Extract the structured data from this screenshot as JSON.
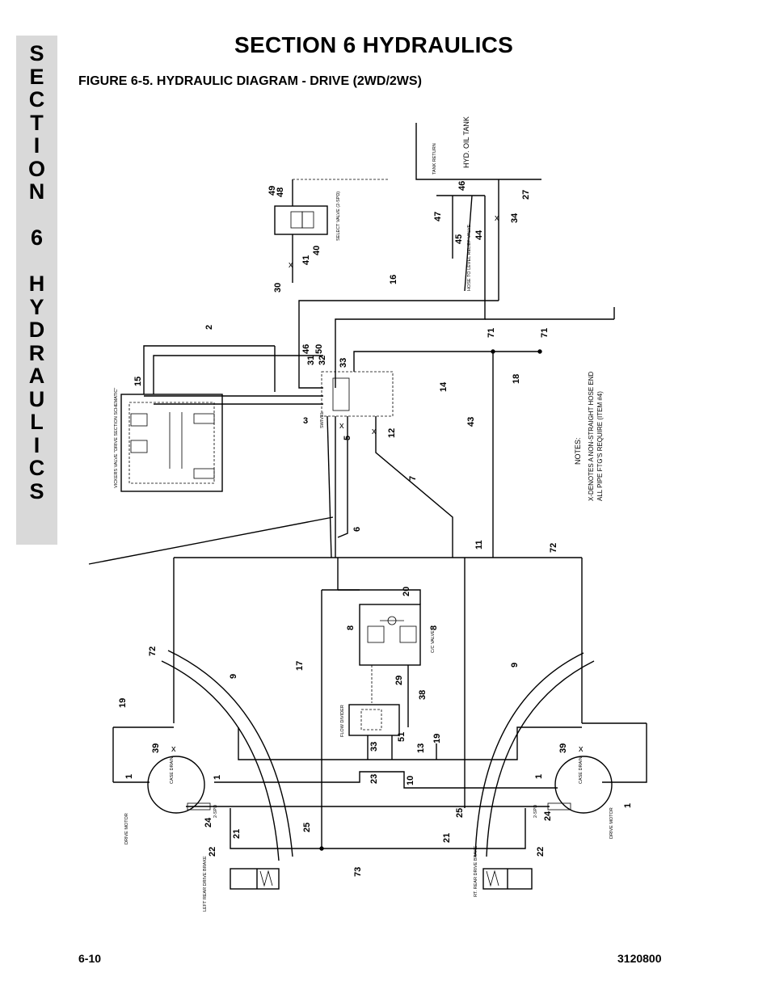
{
  "side_tab": {
    "letters": [
      "S",
      "E",
      "C",
      "T",
      "I",
      "O",
      "N",
      "",
      "6",
      "",
      "H",
      "Y",
      "D",
      "R",
      "A",
      "U",
      "L",
      "I",
      "C",
      "S"
    ]
  },
  "header": {
    "section_title": "SECTION 6  HYDRAULICS",
    "figure_title": "FIGURE 6-5.    HYDRAULIC DIAGRAM - DRIVE (2WD/2WS)"
  },
  "footer": {
    "page_number": "6-10",
    "document_number": "3120800"
  },
  "diagram": {
    "component_labels": {
      "tank_return": "TANK RETURN",
      "hyd_oil_tank": "HYD. OIL TANK",
      "select_valve": "SELECT VALVE (2-SPD)",
      "vickers_valve": "VICKERS VALVE \"DRIVE SECTION SCHEMATIC\"",
      "swivel": "SWIVEL",
      "cc_valve": "C/C VALVE",
      "flow_divider": "FLOW DIVIDER",
      "drive_motor_left": "DRIVE MOTOR",
      "drive_motor_right": "DRIVE MOTOR",
      "case_drain": "CASE DRAIN",
      "two_spd": "2-SPD",
      "left_rear_brake": "LEFT REAR DRIVE BRAKE",
      "rt_rear_brake": "RT. REAR DRIVE BRAKE",
      "level_relief": "HOSE TO LEVEL RELIEF VALVE"
    },
    "notes": {
      "heading": "NOTES:",
      "line1": "X-DENOTES A NON-STRAIGHT HOSE END",
      "line2": "ALL PIPE FTG'S REQUIRE (ITEM #4)"
    },
    "callouts": {
      "c49": "49",
      "c48": "48",
      "c46a": "46",
      "c47": "47",
      "c27": "27",
      "c34": "34",
      "c45": "45",
      "c44": "44",
      "c41": "41",
      "c40": "40",
      "c30": "30",
      "c16": "16",
      "c2": "2",
      "c15": "15",
      "c46b": "46",
      "c50": "50",
      "c31": "31",
      "c32": "32",
      "c33a": "33",
      "c71a": "71",
      "c71b": "71",
      "c14": "14",
      "c18": "18",
      "c3": "3",
      "c5": "5",
      "c12": "12",
      "c43": "43",
      "c7": "7",
      "c6": "6",
      "c11": "11",
      "c72a": "72",
      "c20": "20",
      "c8a": "8",
      "c8b": "8",
      "c72b": "72",
      "c17": "17",
      "c9a": "9",
      "c9b": "9",
      "c29": "29",
      "c38": "38",
      "c19a": "19",
      "c19b": "19",
      "c39a": "39",
      "c39b": "39",
      "c33b": "33",
      "c51": "51",
      "c13": "13",
      "c10": "10",
      "c23": "23",
      "c1a": "1",
      "c1b": "1",
      "c1c": "1",
      "c1d": "1",
      "c24a": "24",
      "c24b": "24",
      "c25a": "25",
      "c25b": "25",
      "c21a": "21",
      "c21b": "21",
      "c22a": "22",
      "c22b": "22",
      "c73": "73"
    }
  }
}
